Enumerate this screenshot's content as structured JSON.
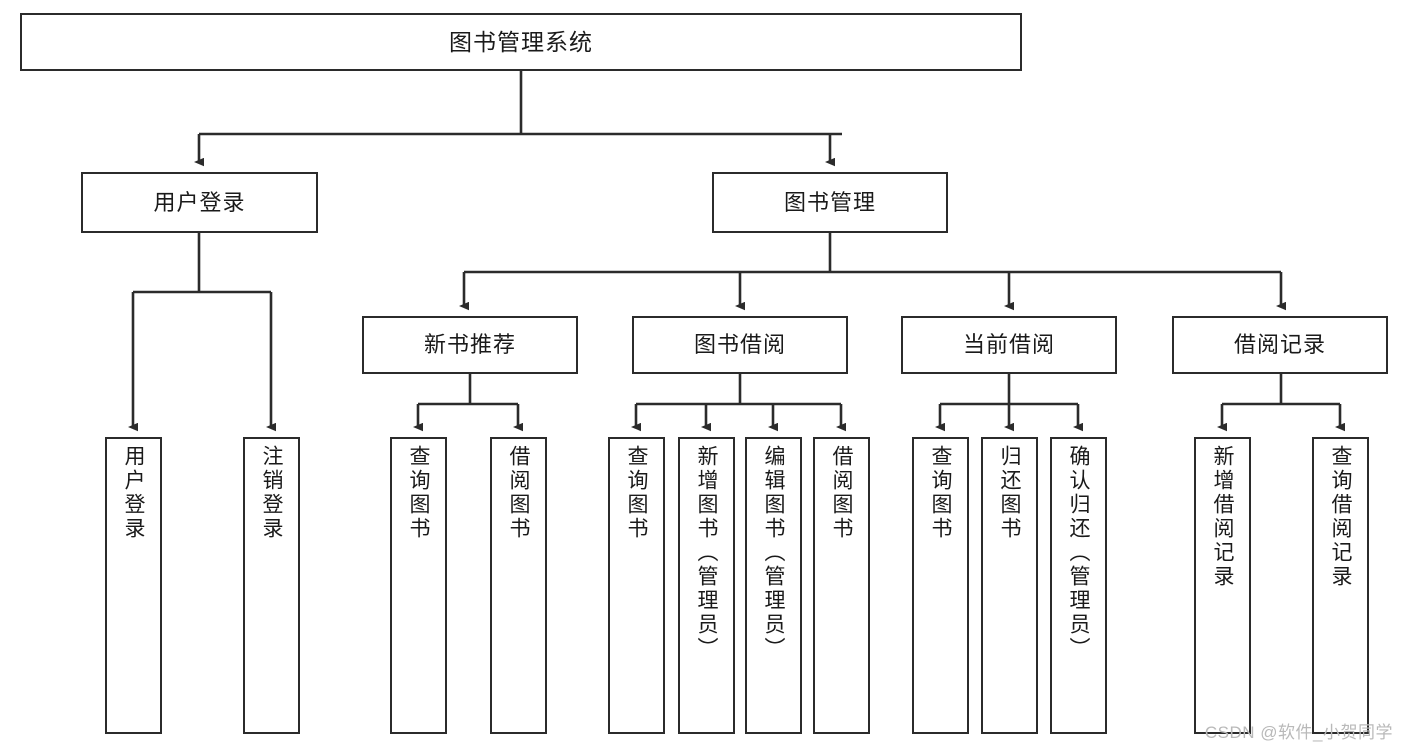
{
  "diagram": {
    "title": "图书管理系统",
    "watermark": "CSDN @软件_小贺同学",
    "colors": {
      "background": "#ffffff",
      "box_border": "#2b2b2b",
      "box_fill": "#ffffff",
      "connector": "#2b2b2b",
      "text": "#1a1a1a",
      "watermark": "#b9b9b9"
    },
    "nodes": {
      "root": "图书管理系统",
      "level2": {
        "user_login": "用户登录",
        "book_manage": "图书管理"
      },
      "level3": {
        "new_book_rec": "新书推荐",
        "book_borrow": "图书借阅",
        "current_borrow": "当前借阅",
        "borrow_record": "借阅记录"
      },
      "leaves": {
        "user_login_do": "用户登录",
        "user_logout": "注销登录",
        "rec_query_book": "查询图书",
        "rec_borrow_book": "借阅图书",
        "borrow_query_book": "查询图书",
        "borrow_add_book": "新增图书（管理员）",
        "borrow_edit_book": "编辑图书（管理员）",
        "borrow_borrow_book": "借阅图书",
        "current_query_book": "查询图书",
        "current_return_book": "归还图书",
        "current_confirm_return": "确认归还（管理员）",
        "record_add": "新增借阅记录",
        "record_query": "查询借阅记录"
      }
    }
  }
}
